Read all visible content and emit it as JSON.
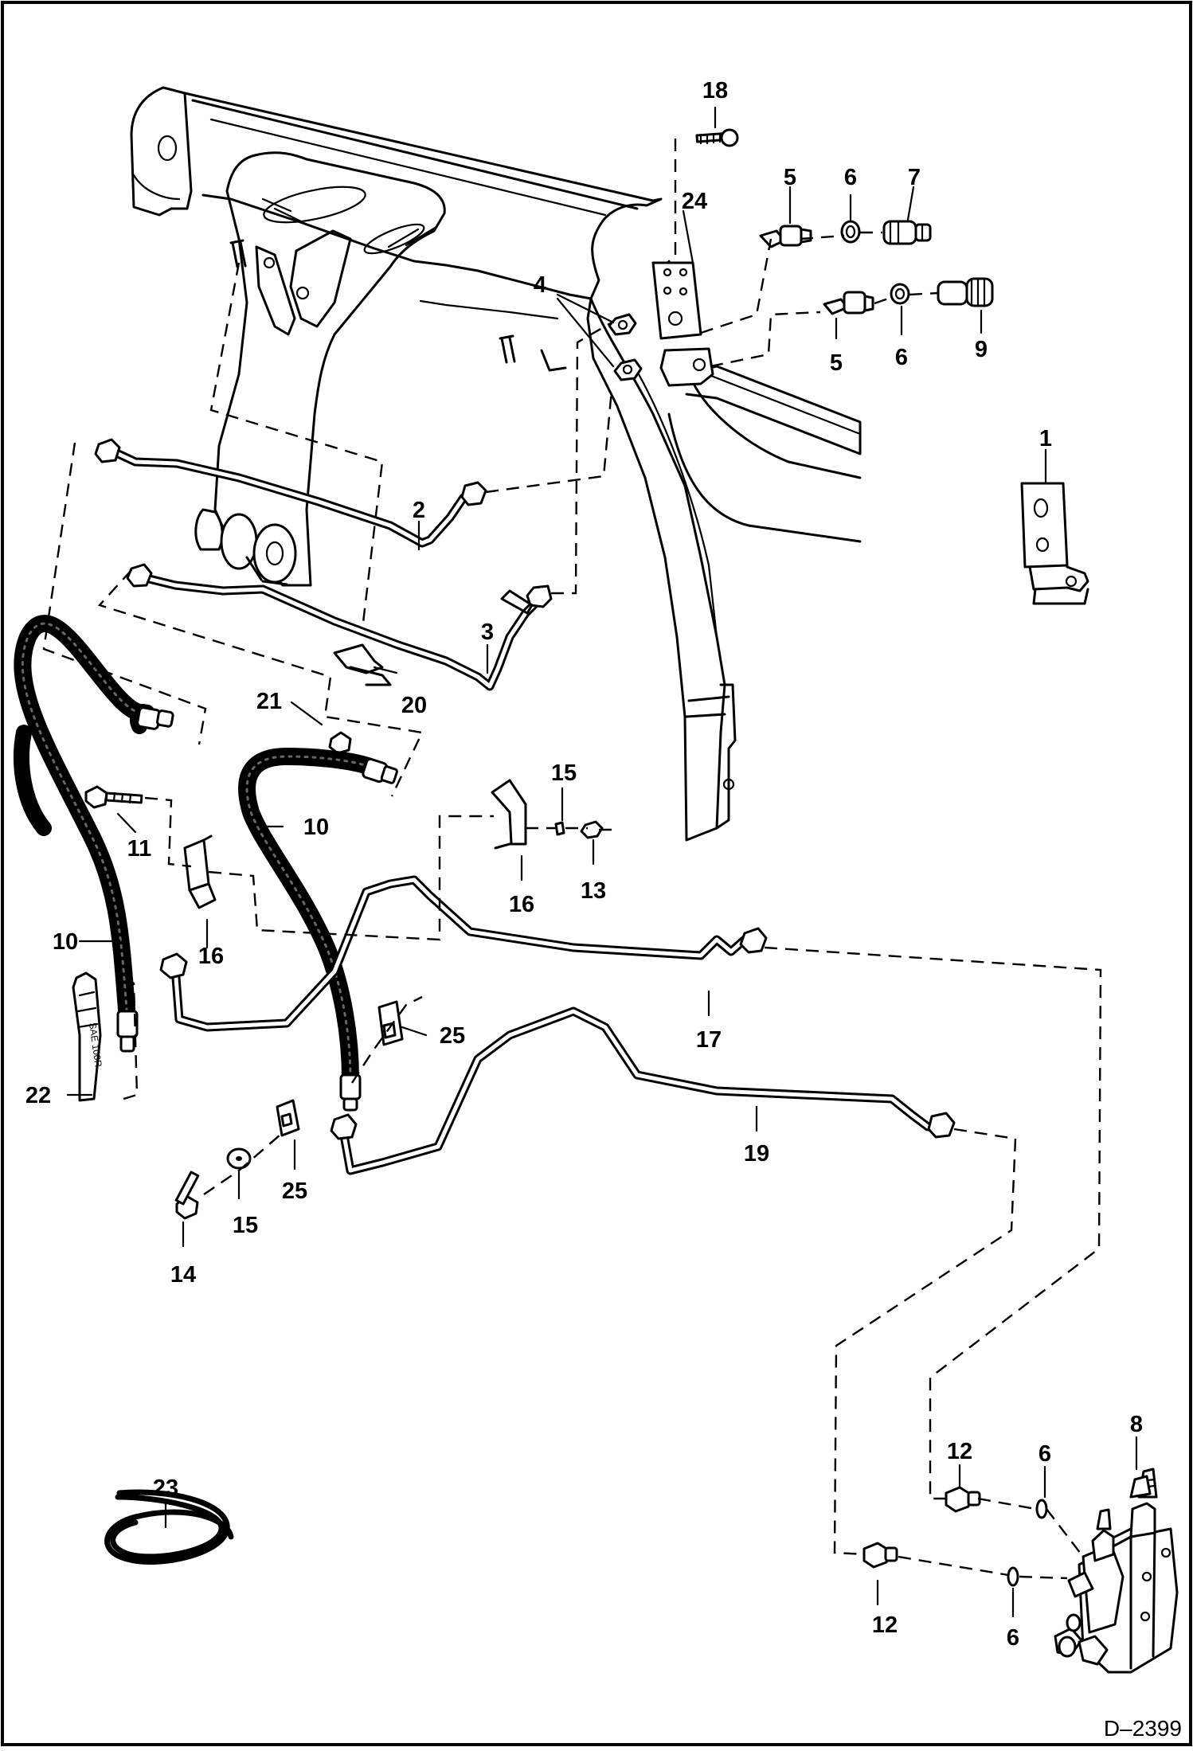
{
  "drawing_number": "D–2399",
  "callouts": [
    "1",
    "2",
    "3",
    "4",
    "5",
    "5",
    "6",
    "6",
    "6",
    "6",
    "7",
    "8",
    "9",
    "10",
    "10",
    "11",
    "12",
    "12",
    "13",
    "14",
    "15",
    "15",
    "16",
    "16",
    "17",
    "18",
    "19",
    "20",
    "21",
    "22",
    "23",
    "24",
    "25",
    "25"
  ],
  "hose_label_text": "SAE 100R"
}
